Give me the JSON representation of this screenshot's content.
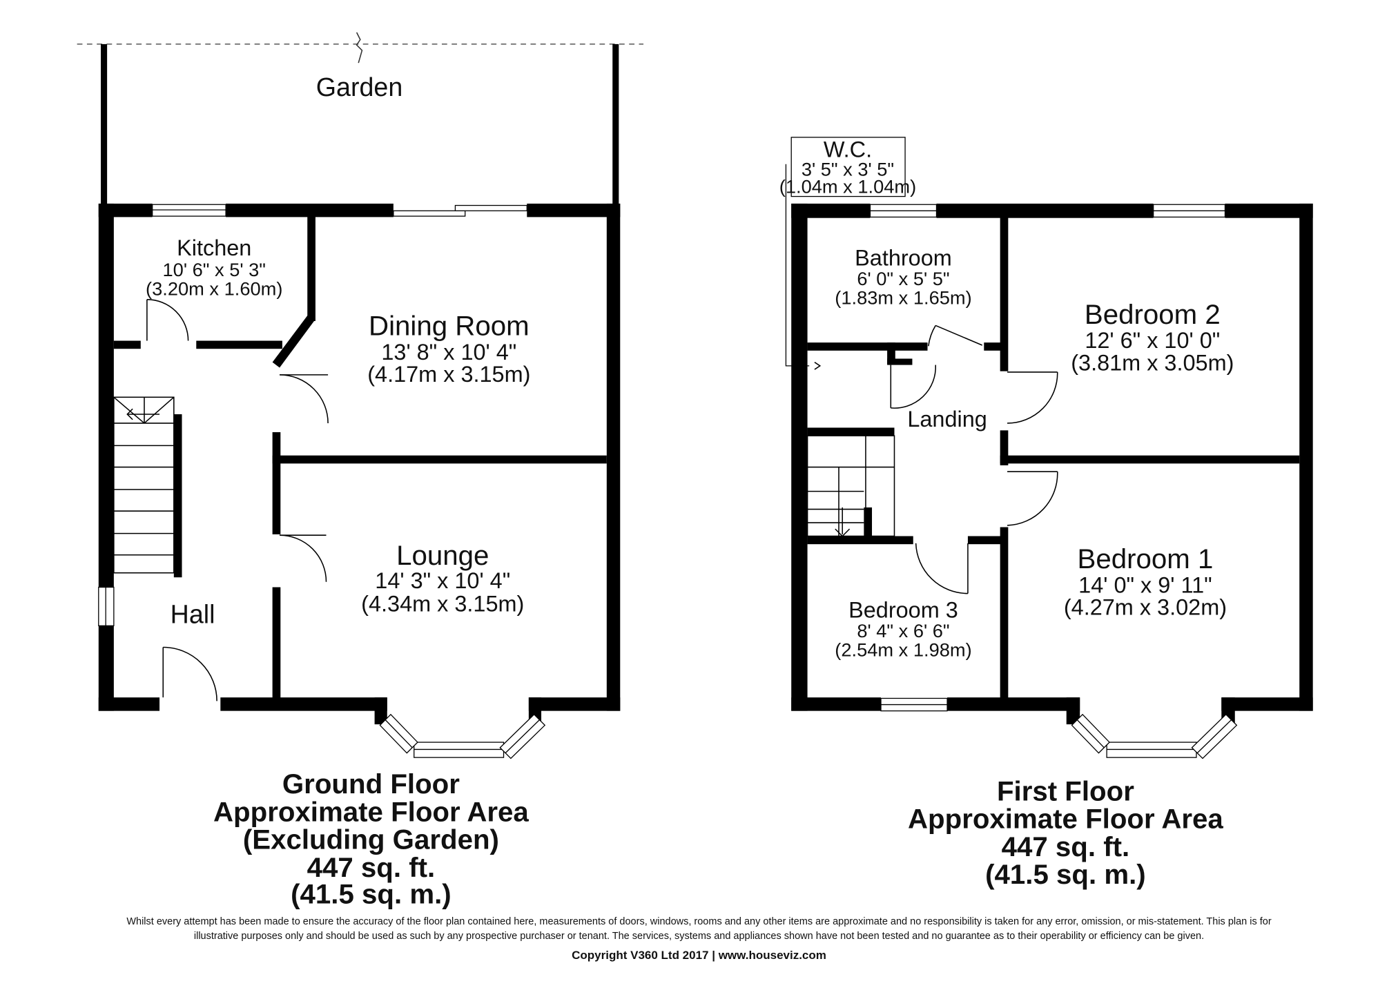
{
  "ground_floor": {
    "rooms": {
      "garden": {
        "name": "Garden"
      },
      "kitchen": {
        "name": "Kitchen",
        "imperial": "10' 6\" x 5' 3\"",
        "metric": "(3.20m x 1.60m)"
      },
      "dining": {
        "name": "Dining Room",
        "imperial": "13' 8\" x 10' 4\"",
        "metric": "(4.17m x 3.15m)"
      },
      "lounge": {
        "name": "Lounge",
        "imperial": "14' 3\" x 10' 4\"",
        "metric": "(4.34m x 3.15m)"
      },
      "hall": {
        "name": "Hall"
      }
    },
    "title": [
      "Ground Floor",
      "Approximate Floor Area",
      "(Excluding Garden)",
      "447 sq. ft.",
      "(41.5 sq. m.)"
    ]
  },
  "first_floor": {
    "rooms": {
      "wc": {
        "name": "W.C.",
        "imperial": "3' 5\" x 3' 5\"",
        "metric": "(1.04m x 1.04m)"
      },
      "bathroom": {
        "name": "Bathroom",
        "imperial": "6' 0\" x 5' 5\"",
        "metric": "(1.83m x 1.65m)"
      },
      "bedroom2": {
        "name": "Bedroom 2",
        "imperial": "12' 6\" x 10' 0\"",
        "metric": "(3.81m x 3.05m)"
      },
      "landing": {
        "name": "Landing"
      },
      "bedroom1": {
        "name": "Bedroom 1",
        "imperial": "14' 0\" x 9' 11\"",
        "metric": "(4.27m x 3.02m)"
      },
      "bedroom3": {
        "name": "Bedroom 3",
        "imperial": "8' 4\" x 6' 6\"",
        "metric": "(2.54m x 1.98m)"
      }
    },
    "title": [
      "First Floor",
      "Approximate Floor Area",
      "447 sq. ft.",
      "(41.5 sq. m.)"
    ]
  },
  "footer": {
    "disclaimer_line1": "Whilst every attempt has been made to ensure the accuracy of the floor plan contained here, measurements of doors, windows, rooms and any other items are approximate and no responsibility is taken for any error, omission, or mis-statement. This plan is for",
    "disclaimer_line2": "illustrative purposes only and should be used as such by any prospective purchaser or tenant. The services, systems and appliances shown have not been tested and no guarantee as to their operability or efficiency can be given.",
    "copyright": "Copyright V360 Ltd 2017 | www.houseviz.com"
  },
  "colors": {
    "wall": "#000000",
    "background": "#ffffff",
    "text": "#111111"
  }
}
